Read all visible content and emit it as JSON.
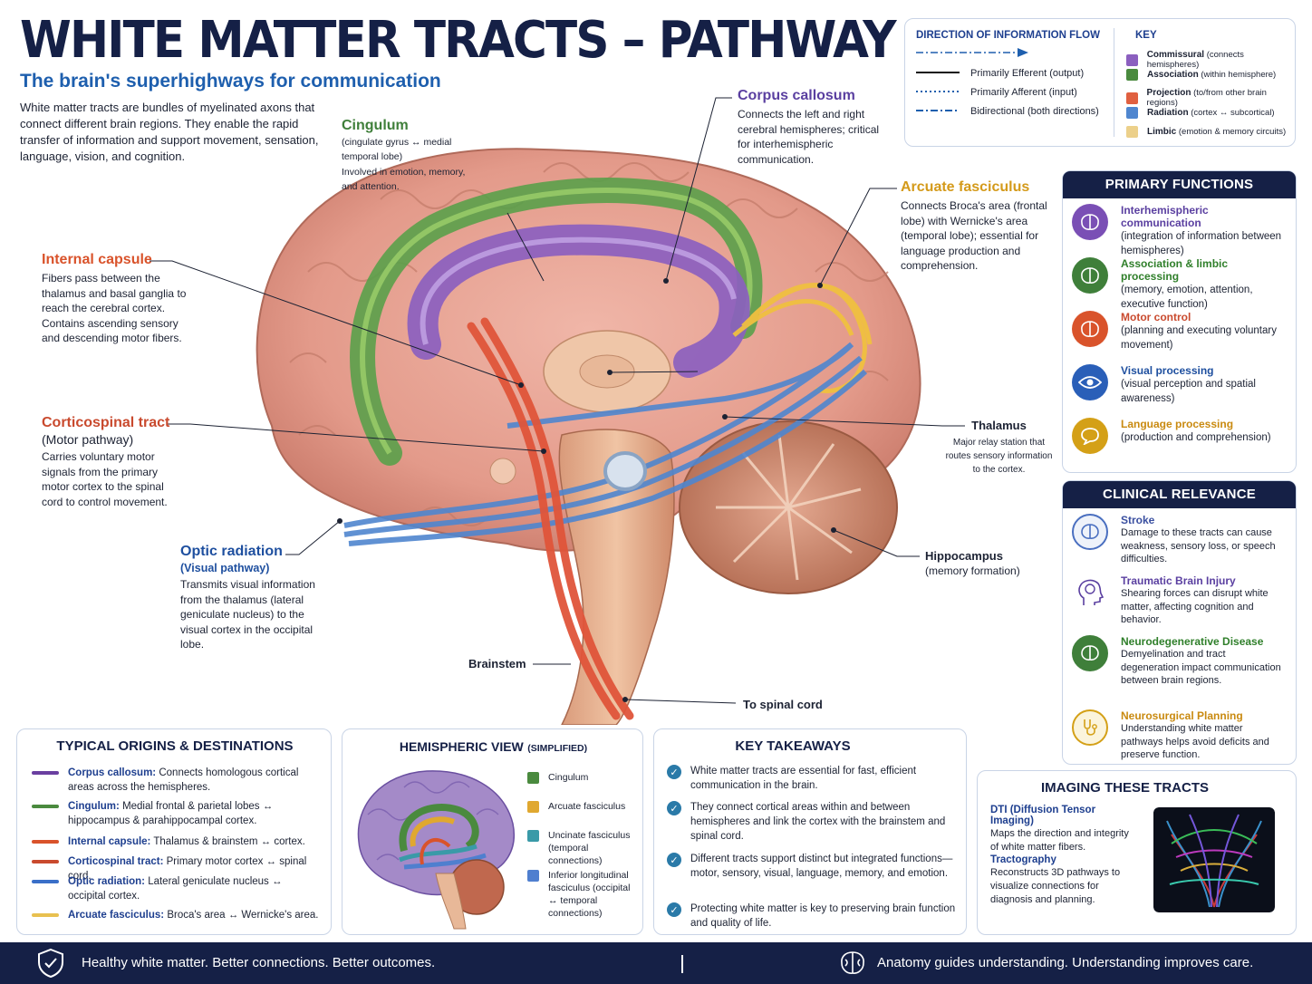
{
  "header": {
    "title": "WHITE MATTER TRACTS – PATHWAY MAP",
    "subtitle": "The brain's superhighways for communication",
    "intro": "White matter tracts are bundles of myelinated axons that connect different brain regions. They enable the rapid transfer of information and support movement, sensation, language, vision, and cognition."
  },
  "legend": {
    "direction_title": "DIRECTION OF INFORMATION FLOW",
    "directions": [
      {
        "label": "Primarily Efferent (output)",
        "style": "solid"
      },
      {
        "label": "Primarily Afferent (input)",
        "style": "dotted"
      },
      {
        "label": "Bidirectional (both directions)",
        "style": "dash-dot"
      }
    ],
    "key_title": "KEY",
    "key": [
      {
        "name": "Commissural",
        "detail": "(connects hemispheres)",
        "color": "#8b5fbf"
      },
      {
        "name": "Association",
        "detail": "(within hemisphere)",
        "color": "#4a8a3e"
      },
      {
        "name": "Projection",
        "detail": "(to/from other brain regions)",
        "color": "#e06040"
      },
      {
        "name": "Radiation",
        "detail": "(cortex ↔ subcortical)",
        "color": "#4f86cf"
      },
      {
        "name": "Limbic",
        "detail": "(emotion & memory circuits)",
        "color": "#ecd08a"
      }
    ]
  },
  "labels": {
    "cingulum": {
      "title": "Cingulum",
      "sub": "(cingulate gyrus ↔ medial temporal lobe)",
      "body": "Involved in emotion, memory, and attention."
    },
    "corpus_callosum": {
      "title": "Corpus callosum",
      "body": "Connects the left and right cerebral hemispheres; critical for interhemispheric communication."
    },
    "arcuate": {
      "title": "Arcuate fasciculus",
      "body": "Connects Broca's area (frontal lobe) with Wernicke's area (temporal lobe); essential for language production and comprehension."
    },
    "internal_capsule": {
      "title": "Internal capsule",
      "body": "Fibers pass between the thalamus and basal ganglia to reach the cerebral cortex. Contains ascending sensory and descending motor fibers."
    },
    "corticospinal": {
      "title": "Corticospinal tract",
      "sub": "(Motor pathway)",
      "body": "Carries voluntary motor signals from the primary motor cortex to the spinal cord to control movement."
    },
    "optic": {
      "title": "Optic radiation",
      "sub": "(Visual pathway)",
      "body": "Transmits visual information from the thalamus (lateral geniculate nucleus) to the visual cortex in the occipital lobe."
    },
    "thalamus": {
      "title": "Thalamus",
      "body": "Major relay station that routes sensory information to the cortex."
    },
    "hippocampus": {
      "title": "Hippocampus",
      "body": "(memory formation)"
    },
    "brainstem": {
      "title": "Brainstem"
    },
    "spinal": {
      "title": "To spinal cord"
    }
  },
  "functions": {
    "title": "PRIMARY FUNCTIONS",
    "items": [
      {
        "title": "Interhemispheric communication",
        "desc": "(integration of information between hemispheres)",
        "color": "#7a4fb5",
        "icon": "brain-icon"
      },
      {
        "title": "Association & limbic processing",
        "desc": "(memory, emotion, attention, executive function)",
        "color": "#3f7f3a",
        "icon": "brain-icon"
      },
      {
        "title": "Motor control",
        "desc": "(planning and executing voluntary movement)",
        "color": "#d9532b",
        "icon": "brain-icon"
      },
      {
        "title": "Visual processing",
        "desc": "(visual perception and spatial awareness)",
        "color": "#2a5fb8",
        "icon": "eye-icon"
      },
      {
        "title": "Language processing",
        "desc": "(production and comprehension)",
        "color": "#d4a017",
        "icon": "speech-icon"
      }
    ]
  },
  "clinical": {
    "title": "CLINICAL RELEVANCE",
    "items": [
      {
        "title": "Stroke",
        "desc": "Damage to these tracts can cause weakness, sensory loss, or speech difficulties.",
        "color": "#4a6fc0",
        "icon": "brain-icon"
      },
      {
        "title": "Traumatic Brain Injury",
        "desc": "Shearing forces can disrupt white matter, affecting cognition and behavior.",
        "color": "#5a3fa0",
        "icon": "head-icon"
      },
      {
        "title": "Neurodegenerative Disease",
        "desc": "Demyelination and tract degeneration impact communication between brain regions.",
        "color": "#3f7f3a",
        "icon": "brain-icon"
      },
      {
        "title": "Neurosurgical Planning",
        "desc": "Understanding white matter pathways helps avoid deficits and preserve function.",
        "color": "#d4a017",
        "icon": "stethoscope-icon"
      }
    ]
  },
  "origins": {
    "title": "TYPICAL ORIGINS & DESTINATIONS",
    "items": [
      {
        "name": "Corpus callosum:",
        "text": "Connects homologous cortical areas across the hemispheres.",
        "color": "#6a3fa0"
      },
      {
        "name": "Cingulum:",
        "text": "Medial frontal & parietal lobes ↔ hippocampus & parahippocampal cortex.",
        "color": "#4a8a3e"
      },
      {
        "name": "Internal capsule:",
        "text": "Thalamus & brainstem ↔ cortex.",
        "color": "#d9532b"
      },
      {
        "name": "Corticospinal tract:",
        "text": "Primary motor cortex ↔ spinal cord.",
        "color": "#c94a2e"
      },
      {
        "name": "Optic radiation:",
        "text": "Lateral geniculate nucleus ↔ occipital cortex.",
        "color": "#3a6fc8"
      },
      {
        "name": "Arcuate fasciculus:",
        "text": "Broca's area ↔ Wernicke's area.",
        "color": "#e8c050"
      }
    ]
  },
  "hemispheric": {
    "title": "HEMISPHERIC VIEW",
    "title_note": "(SIMPLIFIED)",
    "items": [
      {
        "label": "Cingulum",
        "color": "#4a8a3e"
      },
      {
        "label": "Arcuate fasciculus",
        "color": "#e0a830"
      },
      {
        "label": "Uncinate fasciculus (temporal connections)",
        "color": "#3a9aa8"
      },
      {
        "label": "Inferior longitudinal fasciculus (occipital ↔ temporal connections)",
        "color": "#4f7fcf"
      }
    ]
  },
  "takeaways": {
    "title": "KEY TAKEAWAYS",
    "items": [
      "White matter tracts are essential for fast, efficient communication in the brain.",
      "They connect cortical areas within and between hemispheres and link the cortex with the brainstem and spinal cord.",
      "Different tracts support distinct but integrated functions—motor, sensory, visual, language, memory, and emotion.",
      "Protecting white matter is key to preserving brain function and quality of life."
    ]
  },
  "imaging": {
    "title": "IMAGING THESE TRACTS",
    "dti_title": "DTI (Diffusion Tensor Imaging)",
    "dti_desc": "Maps the direction and integrity of white matter fibers.",
    "tract_title": "Tractography",
    "tract_desc": "Reconstructs 3D pathways to visualize connections for diagnosis and planning."
  },
  "footer": {
    "left": "Healthy white matter. Better connections. Better outcomes.",
    "right": "Anatomy guides understanding. Understanding improves care."
  }
}
